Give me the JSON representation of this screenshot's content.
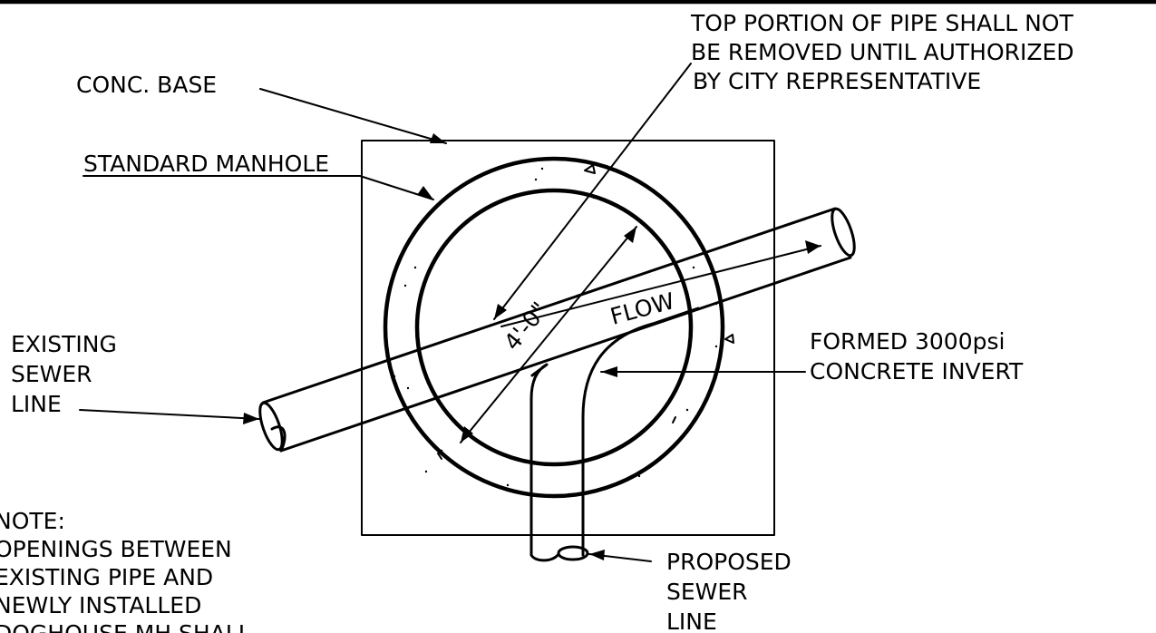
{
  "labels": {
    "top_note": [
      "TOP PORTION OF PIPE SHALL NOT",
      "BE REMOVED UNTIL AUTHORIZED",
      "BY CITY REPRESENTATIVE"
    ],
    "conc_base": "CONC. BASE",
    "standard_manhole": "STANDARD MANHOLE",
    "existing_sewer": [
      "EXISTING",
      "SEWER",
      "LINE"
    ],
    "formed_invert": [
      "FORMED 3000psi",
      "CONCRETE INVERT"
    ],
    "proposed_sewer": [
      "PROPOSED",
      "SEWER",
      "LINE"
    ],
    "note": [
      "NOTE:",
      "OPENINGS BETWEEN",
      "EXISTING PIPE AND",
      "NEWLY INSTALLED",
      "DOGHOUSE MH SHALL"
    ],
    "diameter": "4'-0\"",
    "flow": "FLOW"
  }
}
